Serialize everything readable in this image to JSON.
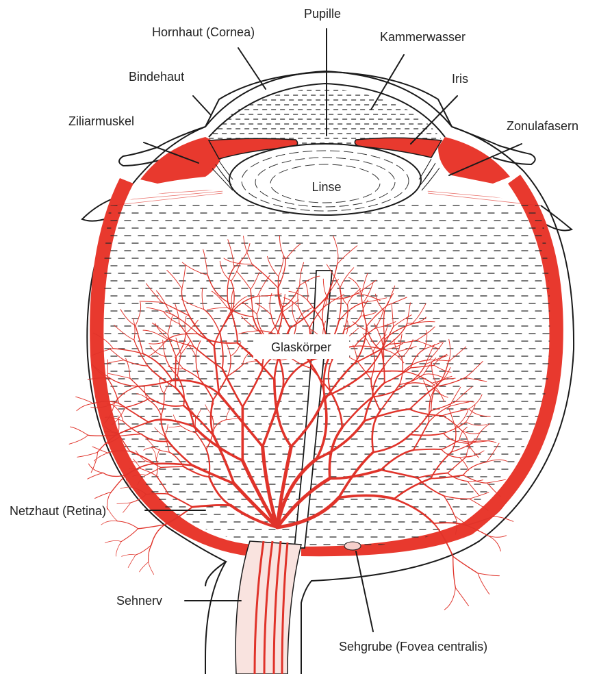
{
  "colors": {
    "retina_red": "#e8392e",
    "vessel_red": "#e0332a",
    "outline": "#1a1a1a",
    "background": "#ffffff"
  },
  "labels": {
    "pupille": "Pupille",
    "hornhaut": "Hornhaut (Cornea)",
    "kammerwasser": "Kammerwasser",
    "bindehaut": "Bindehaut",
    "iris": "Iris",
    "ziliarmuskel": "Ziliarmuskel",
    "zonulafasern": "Zonulafasern",
    "linse": "Linse",
    "glaskoerper": "Glaskörper",
    "netzhaut": "Netzhaut (Retina)",
    "sehnerv": "Sehnerv",
    "sehgrube": "Sehgrube (Fovea centralis)"
  }
}
